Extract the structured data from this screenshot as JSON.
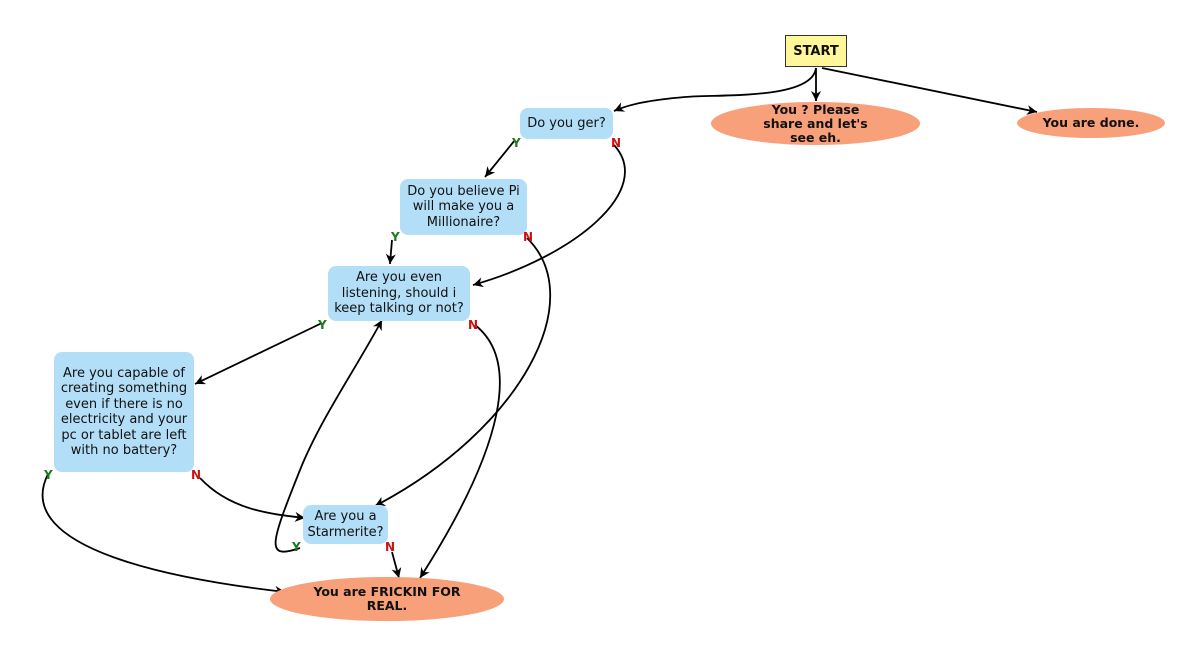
{
  "colors": {
    "start_fill": "#fff799",
    "question_fill": "#b3def8",
    "result_fill": "#f7a07a",
    "edge": "#000000",
    "yes_label": "#1a7a1a",
    "no_label": "#cc1111"
  },
  "nodes": {
    "start": "START",
    "q_ger": "Do you ger?",
    "q_pi": "Do you believe Pi will make you a Millionaire?",
    "q_listening": "Are you even listening, should i keep talking or not?",
    "q_capable": "Are you capable of creating something even if there is no electricity and your pc or tablet are left with no battery?",
    "q_starmerite": "Are you a Starmerite?",
    "r_share": "You ? Please share and let's see eh.",
    "r_done": "You are done.",
    "r_real": "You are FRICKIN FOR REAL."
  },
  "edge_labels": {
    "yes": "Y",
    "no": "N"
  }
}
